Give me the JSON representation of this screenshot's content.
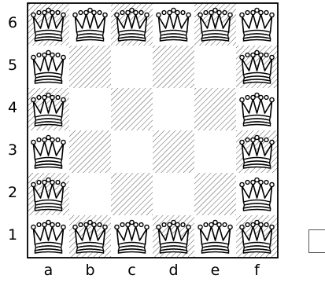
{
  "board": {
    "files": [
      "a",
      "b",
      "c",
      "d",
      "e",
      "f"
    ],
    "ranks": [
      "6",
      "5",
      "4",
      "3",
      "2",
      "1"
    ],
    "piece": "white-queen",
    "queens": [
      "a6",
      "b6",
      "c6",
      "d6",
      "e6",
      "f6",
      "a5",
      "f5",
      "a4",
      "f4",
      "a3",
      "f3",
      "a2",
      "f2",
      "a1",
      "b1",
      "c1",
      "d1",
      "e1",
      "f1"
    ],
    "colors": {
      "line": "#000000",
      "light": "#ffffff",
      "hatch": "#555555"
    }
  }
}
